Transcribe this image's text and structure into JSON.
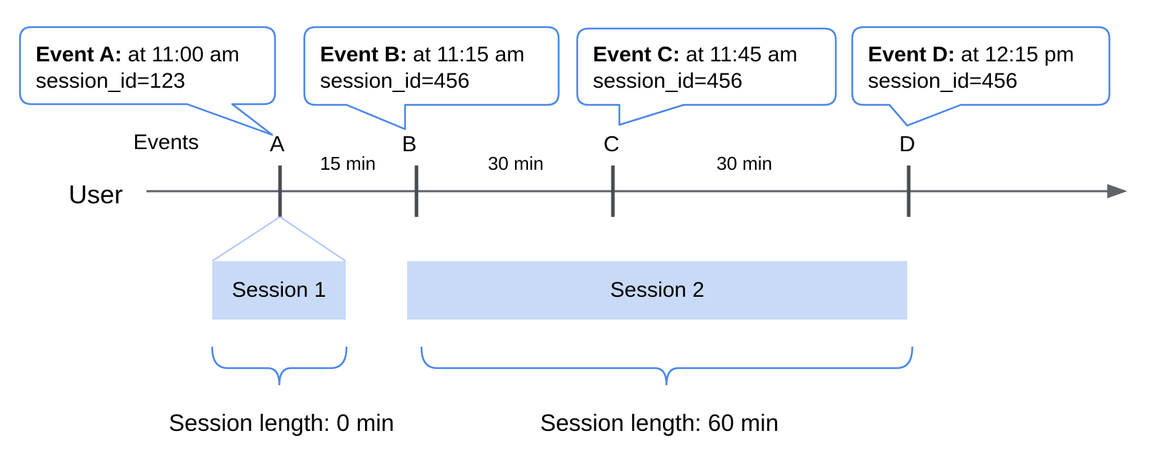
{
  "diagram": {
    "events_axis_label": "Events",
    "user_label": "User",
    "bubbles": [
      {
        "title": "Event A:",
        "time": "at 11:00 am",
        "session": "session_id=123"
      },
      {
        "title": "Event B:",
        "time": "at 11:15 am",
        "session": "session_id=456"
      },
      {
        "title": "Event C:",
        "time": "at 11:45 am",
        "session": "session_id=456"
      },
      {
        "title": "Event D:",
        "time": "at 12:15 pm",
        "session": "session_id=456"
      }
    ],
    "event_markers": [
      "A",
      "B",
      "C",
      "D"
    ],
    "intervals": [
      "15 min",
      "30 min",
      "30 min"
    ],
    "sessions": [
      {
        "label": "Session 1",
        "length_label": "Session length: 0 min"
      },
      {
        "label": "Session 2",
        "length_label": "Session length: 60 min"
      }
    ]
  },
  "colors": {
    "accent": "#4a86e8",
    "fill-light": "#c9daf8",
    "funnel": "#aec6f5",
    "line": "#5f6368",
    "tick": "#494c50",
    "ink": "#000000"
  }
}
